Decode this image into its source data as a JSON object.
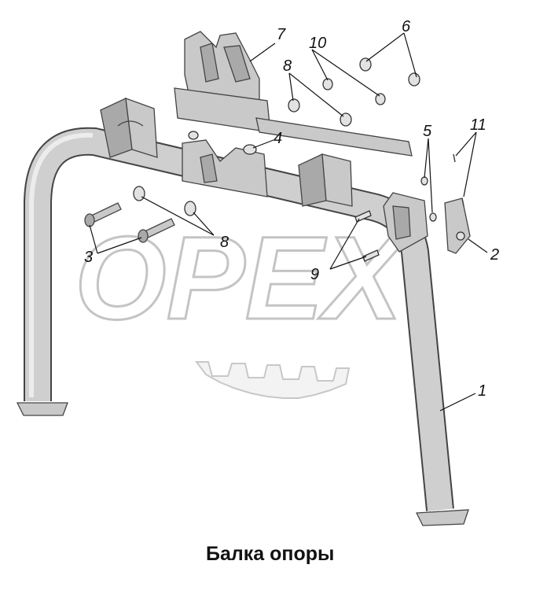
{
  "caption": "Балка опоры",
  "watermark": "OPEX",
  "callouts": [
    "1",
    "2",
    "3",
    "4",
    "5",
    "6",
    "7",
    "8",
    "8",
    "9",
    "10",
    "11"
  ]
}
